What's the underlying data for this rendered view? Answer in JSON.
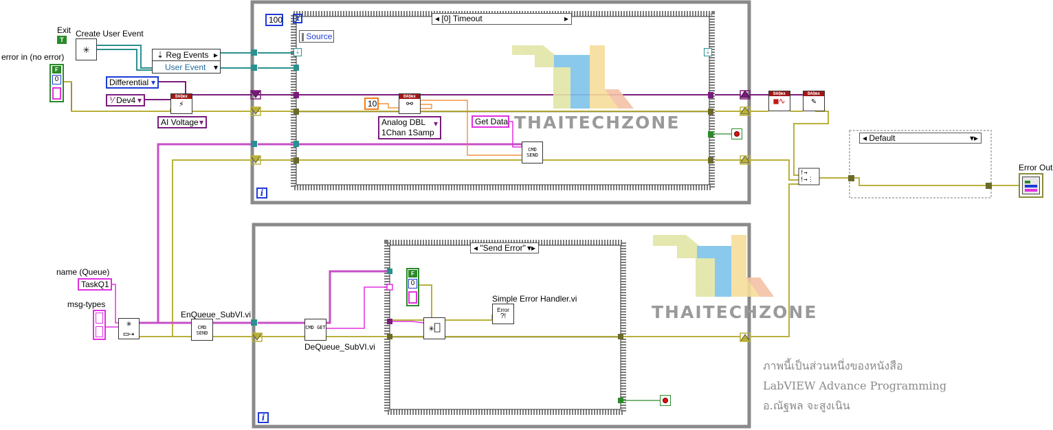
{
  "labels": {
    "exit": "Exit",
    "create_user_event": "Create User Event",
    "error_in": "error in (no error)",
    "reg_events": "Reg Events",
    "user_event": "User Event",
    "differential": "Differential",
    "dev4": "Dev4",
    "ai_voltage": "AI Voltage",
    "loop_count": "100",
    "timeout_case": "[0] Timeout",
    "source": "Source",
    "const_10": "10",
    "analog_dbl_line1": "Analog DBL",
    "analog_dbl_line2": "1Chan 1Samp",
    "get_data": "Get Data",
    "default_case": "Default",
    "error_out": "Error Out",
    "name_queue": "name (Queue)",
    "taskq1": "TaskQ1",
    "msg_types": "msg-types",
    "enqueue": "EnQueue_SubVI.vi",
    "dequeue": "DeQueue_SubVI.vi",
    "send_error_case": "\"Send Error\"",
    "simple_error_handler": "Simple Error Handler.vi",
    "bool_true": "T",
    "bool_false": "F",
    "num_zero": "0",
    "iteration": "i",
    "daqmx": "DAQmx",
    "cmd_send": "CMD SEND",
    "cmd_get": "CMD GET",
    "error_glyph": "Error"
  },
  "watermark": {
    "brand": "THAITECHZONE",
    "colors": [
      "#e3e6a6",
      "#7ec4ea",
      "#f6dd9a",
      "#f3c1a6"
    ]
  },
  "caption": {
    "line1": "ภาพนี้เป็นส่วนหนึ่งของหนังสือ",
    "line2": "LabVIEW Advance Programming",
    "line3": "อ.ณัฐพล จะสูงเนิน"
  },
  "colors": {
    "error_wire": "#b9b03a",
    "task_wire": "#7a1a7a",
    "refnum_wire": "#2a8f8f",
    "queue_wire": "#c64ec6",
    "numeric_wire": "#f07d1a",
    "loop_frame": "#8a8a8a"
  }
}
